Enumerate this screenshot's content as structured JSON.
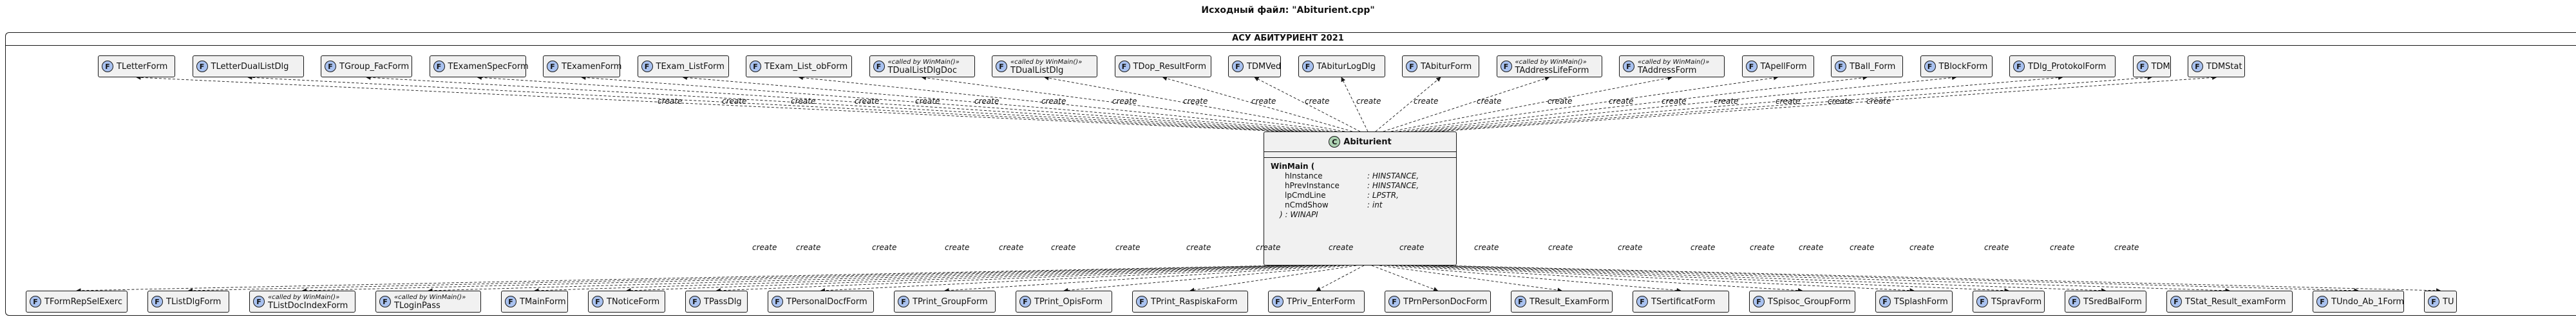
{
  "diagram": {
    "title": "Исходный файл: \"Abiturient.cpp\"",
    "package_title": "АСУ АБИТУРИЕНТ 2021",
    "edge_label": "create",
    "main_class": {
      "circle": "C",
      "name": "Abiturient",
      "method": "WinMain (",
      "params": [
        {
          "name": "hInstance",
          "type": ": HINSTANCE,"
        },
        {
          "name": "hPrevInstance",
          "type": ": HINSTANCE,"
        },
        {
          "name": "lpCmdLine",
          "type": ": LPSTR,"
        },
        {
          "name": "nCmdShow",
          "type": ": int"
        }
      ],
      "returns": ") : WINAPI"
    },
    "top_classes": [
      {
        "circle": "F",
        "name": "TLetterForm"
      },
      {
        "circle": "F",
        "name": "TLetterDualListDlg"
      },
      {
        "circle": "F",
        "name": "TGroup_FacForm"
      },
      {
        "circle": "F",
        "name": "TExamenSpecForm"
      },
      {
        "circle": "F",
        "name": "TExamenForm"
      },
      {
        "circle": "F",
        "name": "TExam_ListForm"
      },
      {
        "circle": "F",
        "name": "TExam_List_obForm"
      },
      {
        "circle": "F",
        "name": "TDualListDlgDoc",
        "stereotype": "«called by WinMain()»"
      },
      {
        "circle": "F",
        "name": "TDualListDlg",
        "stereotype": "«called by WinMain()»"
      },
      {
        "circle": "F",
        "name": "TDop_ResultForm"
      },
      {
        "circle": "F",
        "name": "TDMVed"
      },
      {
        "circle": "F",
        "name": "TAbiturLogDlg"
      },
      {
        "circle": "F",
        "name": "TAbiturForm"
      },
      {
        "circle": "F",
        "name": "TAddressLifeForm",
        "stereotype": "«called by WinMain()»"
      },
      {
        "circle": "F",
        "name": "TAddressForm",
        "stereotype": "«called by WinMain()»"
      },
      {
        "circle": "F",
        "name": "TApellForm"
      },
      {
        "circle": "F",
        "name": "TBall_Form"
      },
      {
        "circle": "F",
        "name": "TBlockForm"
      },
      {
        "circle": "F",
        "name": "TDlg_ProtokolForm"
      },
      {
        "circle": "F",
        "name": "TDM"
      },
      {
        "circle": "F",
        "name": "TDMStat"
      }
    ],
    "bottom_classes": [
      {
        "circle": "F",
        "name": "TFormRepSelExerc"
      },
      {
        "circle": "F",
        "name": "TListDlgForm"
      },
      {
        "circle": "F",
        "name": "TListDocIndexForm",
        "stereotype": "«called by WinMain()»"
      },
      {
        "circle": "F",
        "name": "TLoginPass",
        "stereotype": "«called by WinMain()»"
      },
      {
        "circle": "F",
        "name": "TMainForm"
      },
      {
        "circle": "F",
        "name": "TNoticeForm"
      },
      {
        "circle": "F",
        "name": "TPassDlg"
      },
      {
        "circle": "F",
        "name": "TPersonalDocfForm"
      },
      {
        "circle": "F",
        "name": "TPrint_GroupForm"
      },
      {
        "circle": "F",
        "name": "TPrint_OpisForm"
      },
      {
        "circle": "F",
        "name": "TPrint_RaspiskaForm"
      },
      {
        "circle": "F",
        "name": "TPriv_EnterForm"
      },
      {
        "circle": "F",
        "name": "TPrnPersonDocForm"
      },
      {
        "circle": "F",
        "name": "TResult_ExamForm"
      },
      {
        "circle": "F",
        "name": "TSertificatForm"
      },
      {
        "circle": "F",
        "name": "TSpisoc_GroupForm"
      },
      {
        "circle": "F",
        "name": "TSplashForm"
      },
      {
        "circle": "F",
        "name": "TSpravForm"
      },
      {
        "circle": "F",
        "name": "TSredBalForm"
      },
      {
        "circle": "F",
        "name": "TStat_Result_examForm"
      },
      {
        "circle": "F",
        "name": "TUndo_Ab_1Form"
      },
      {
        "circle": "F",
        "name": "TU"
      }
    ]
  }
}
